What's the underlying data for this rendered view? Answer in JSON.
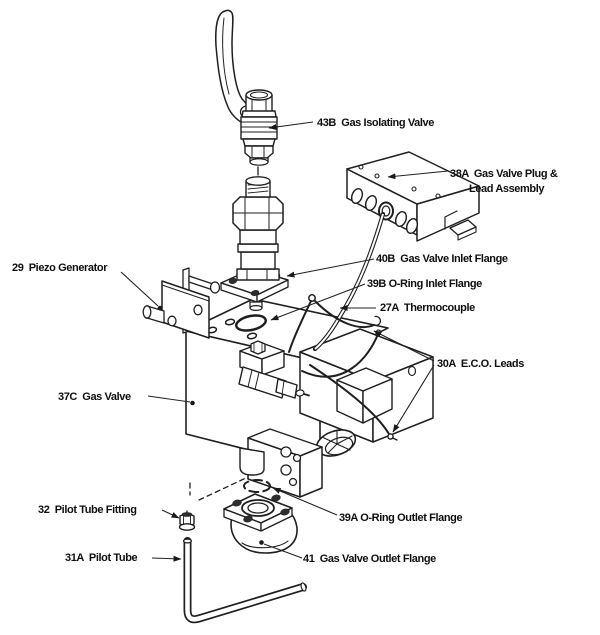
{
  "diagram": {
    "type": "exploded-parts-diagram",
    "colors": {
      "background": "#ffffff",
      "line": "#1f1f1f",
      "label_text": "#0f0f0f"
    },
    "labels": {
      "gas_isolating_valve": "43B  Gas Isolating Valve",
      "plug_lead_line1": "38A  Gas Valve Plug &",
      "plug_lead_line2": "Lead Assembly",
      "inlet_flange": "40B  Gas Valve Inlet Flange",
      "oring_inlet": "39B O-Ring Inlet Flange",
      "thermocouple": "27A  Thermocouple",
      "eco_leads": "30A  E.C.O. Leads",
      "piezo_generator": "29  Piezo Generator",
      "gas_valve": "37C  Gas Valve",
      "pilot_tube_fitting": "32  Pilot Tube Fitting",
      "pilot_tube": "31A  Pilot Tube",
      "oring_outlet": "39A O-Ring Outlet Flange",
      "outlet_flange": "41  Gas Valve Outlet Flange"
    },
    "parts": [
      {
        "ref": "43B",
        "name": "Gas Isolating Valve"
      },
      {
        "ref": "38A",
        "name": "Gas Valve Plug & Lead Assembly"
      },
      {
        "ref": "40B",
        "name": "Gas Valve Inlet Flange"
      },
      {
        "ref": "39B",
        "name": "O-Ring Inlet Flange"
      },
      {
        "ref": "27A",
        "name": "Thermocouple"
      },
      {
        "ref": "30A",
        "name": "E.C.O. Leads"
      },
      {
        "ref": "29",
        "name": "Piezo Generator"
      },
      {
        "ref": "37C",
        "name": "Gas Valve"
      },
      {
        "ref": "32",
        "name": "Pilot Tube Fitting"
      },
      {
        "ref": "31A",
        "name": "Pilot Tube"
      },
      {
        "ref": "39A",
        "name": "O-Ring Outlet Flange"
      },
      {
        "ref": "41",
        "name": "Gas Valve Outlet Flange"
      }
    ]
  }
}
